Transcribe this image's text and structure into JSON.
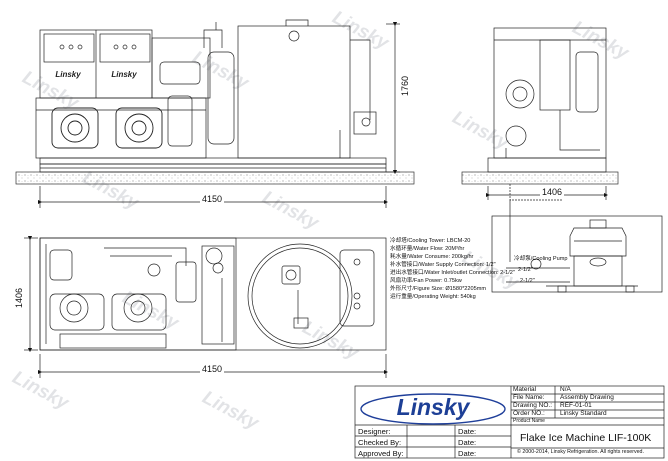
{
  "dimensions": {
    "side_length": "4150",
    "side_height": "1760",
    "end_width": "1406",
    "plan_depth": "1406",
    "plan_length": "4150"
  },
  "panel_logo_text": "Linsky",
  "specifications": [
    "冷却塔/Cooling Tower: LBCM-20",
    "水循环量/Water Flow: 20M³/hr",
    "耗水量/Water Consume: 200kg/hr",
    "补水管接口/Water Supply Connection: 1/2\"",
    "进出水管接口/Water Inlet/outlet Connection: 2-1/2\"",
    "风扇功率/Fan Power: 0.75kw",
    "外形尺寸/Figure Size: Ø1580*2205mm",
    "运行重量/Operating Weight: 540kg"
  ],
  "cooling_pump_label": "冷却泵/Cooling Pump",
  "pipe_size_labels": [
    "2-1/2\"",
    "2-1/2\""
  ],
  "title_block": {
    "logo": "Linsky",
    "rows": [
      {
        "label": "Material",
        "value": "N/A"
      },
      {
        "label": "File Name:",
        "value": "Assembly Drawing"
      },
      {
        "label": "Drawing NO.:",
        "value": "REF-01-01"
      },
      {
        "label": "Order NO.:",
        "value": "Linsky Standard"
      },
      {
        "label": "Product Name",
        "value": "Flake Ice Machine LIF-100K"
      }
    ],
    "signoff": [
      {
        "label": "Designer:",
        "date": "Date:"
      },
      {
        "label": "Checked By:",
        "date": "Date:"
      },
      {
        "label": "Approved By:",
        "date": "Date:"
      }
    ],
    "copyright": "2000-2014, Linsky Refrigeration. All rights reserved."
  },
  "watermark_text": "Linsky"
}
